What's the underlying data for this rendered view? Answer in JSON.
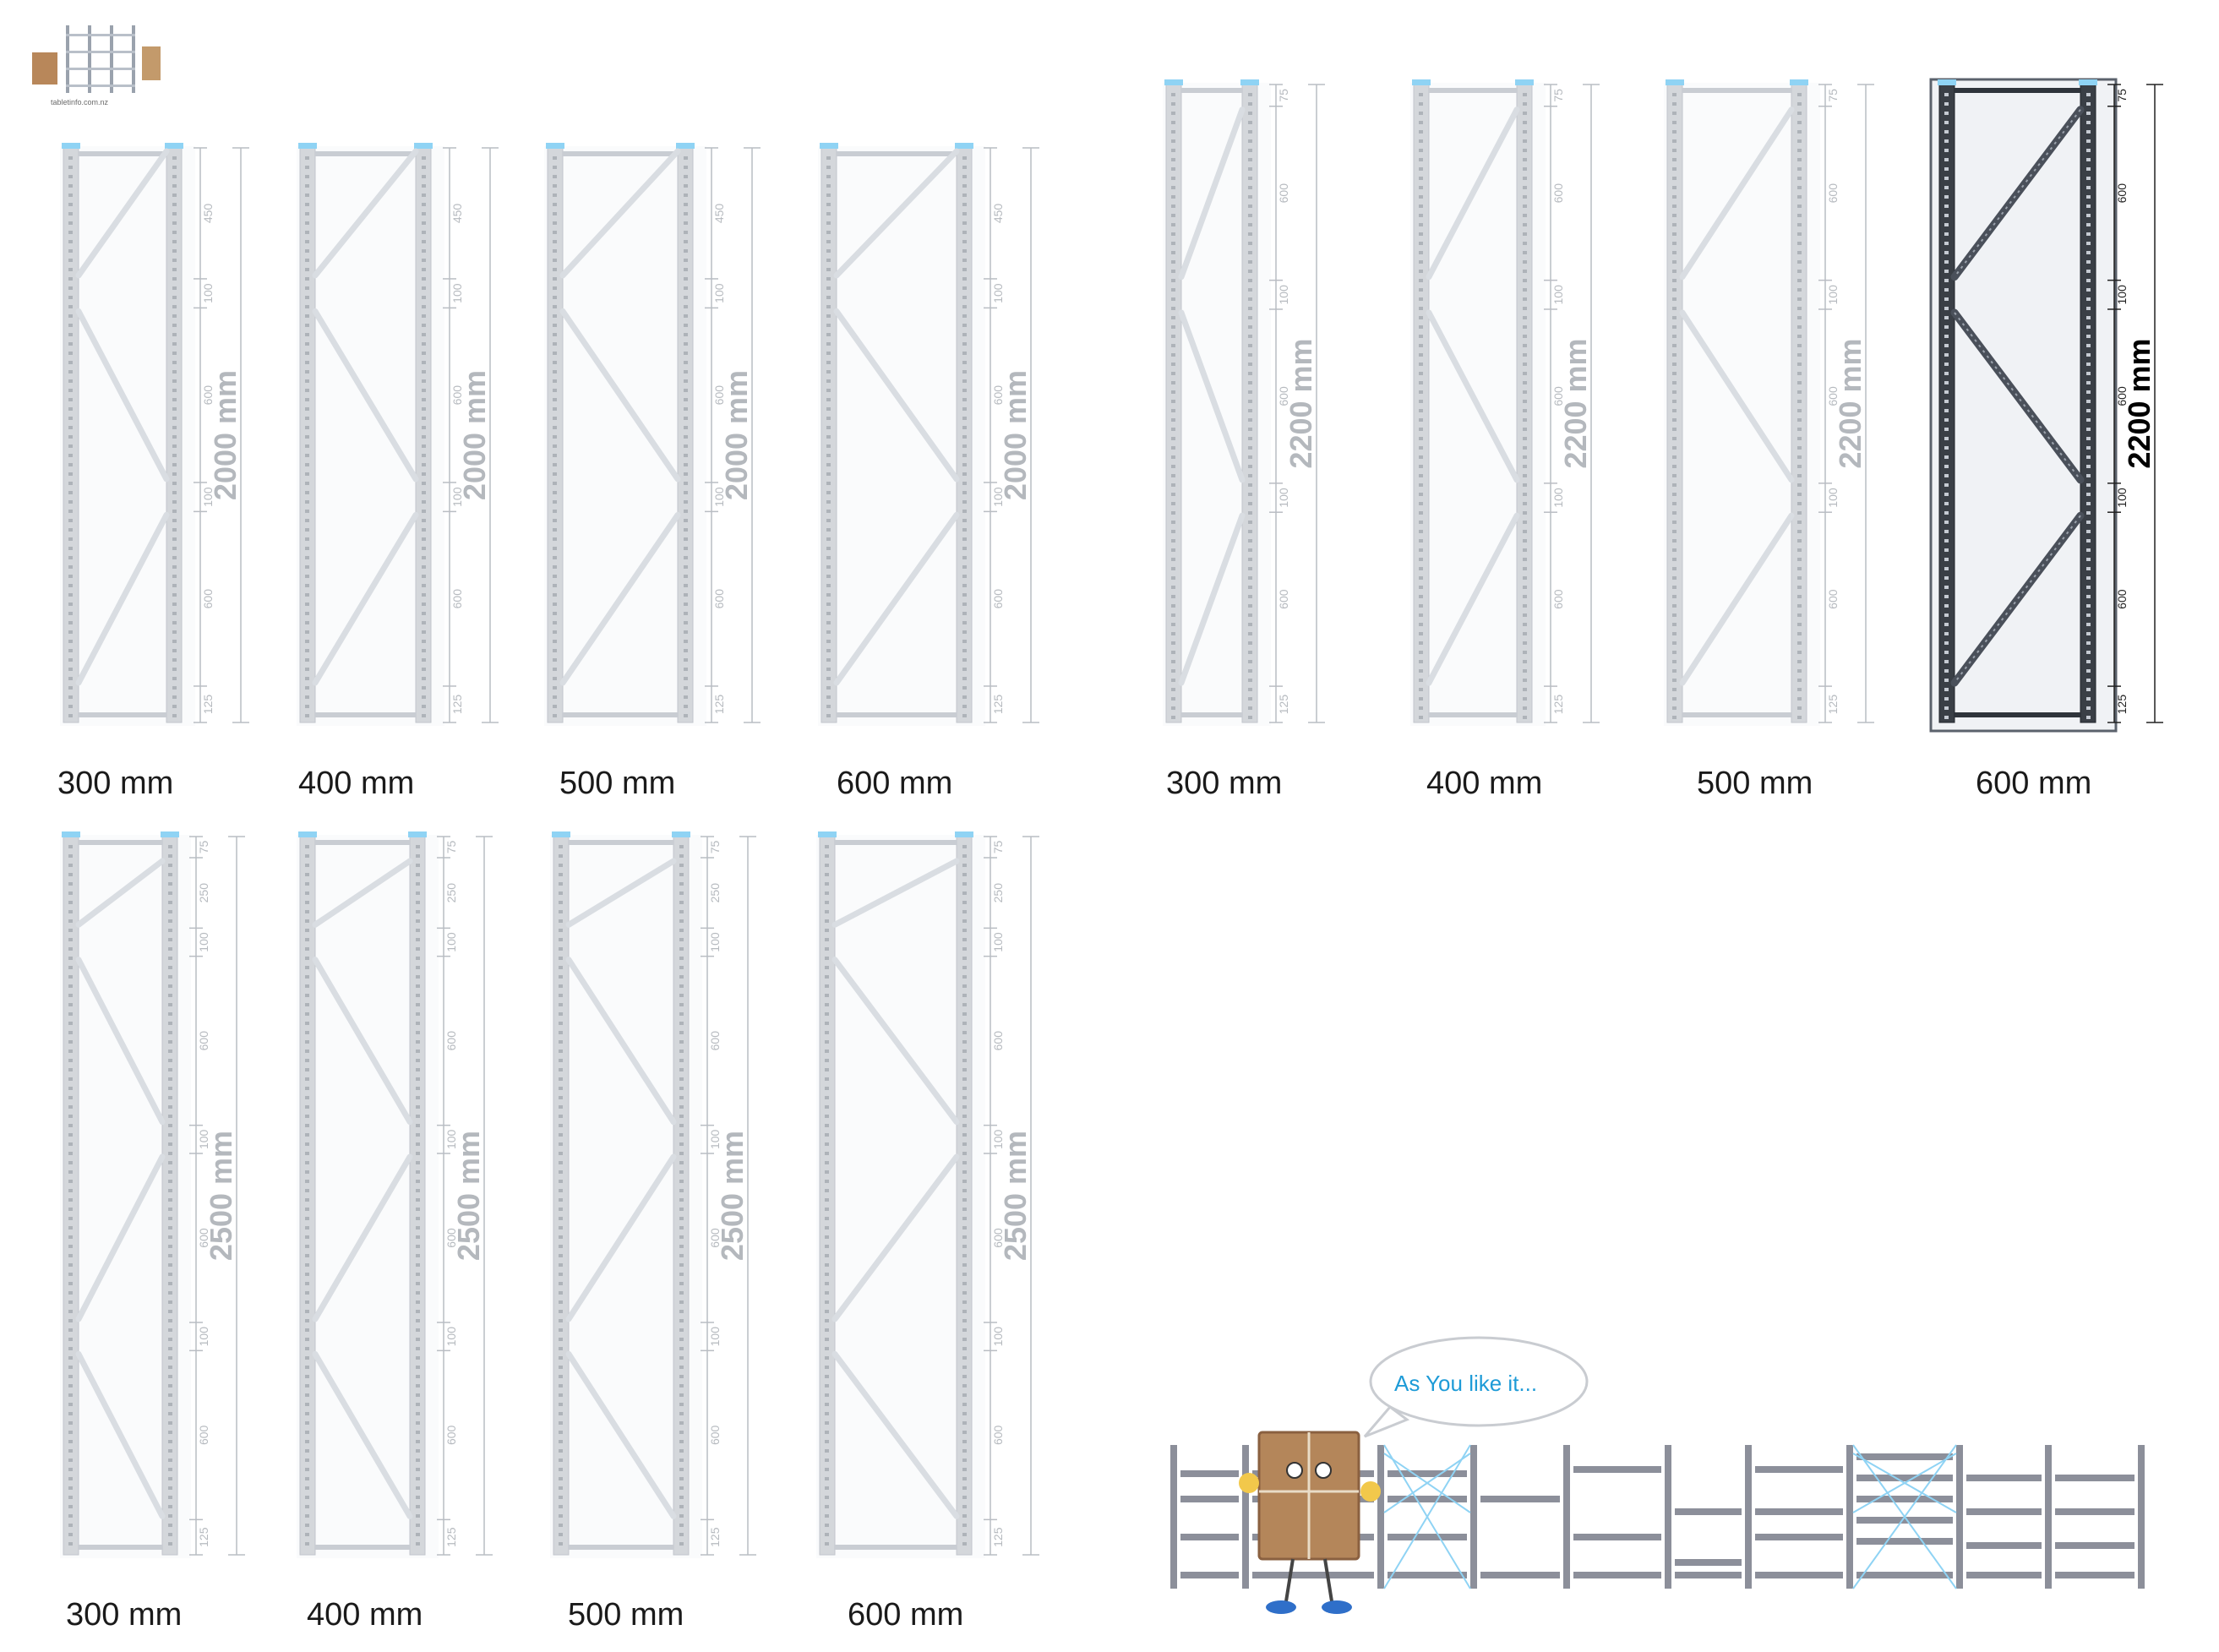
{
  "logo": {
    "text": "tabletinfo.com.nz"
  },
  "groups": [
    {
      "height_label": "2000 mm",
      "segments": [
        "450",
        "100",
        "600",
        "100",
        "600",
        "125"
      ],
      "frames": [
        {
          "caption": "300 mm",
          "dark": false
        },
        {
          "caption": "400 mm",
          "dark": false
        },
        {
          "caption": "500 mm",
          "dark": false
        },
        {
          "caption": "600 mm",
          "dark": false
        }
      ]
    },
    {
      "height_label": "2200 mm",
      "segments": [
        "75",
        "600",
        "100",
        "600",
        "100",
        "600",
        "125"
      ],
      "frames": [
        {
          "caption": "300 mm",
          "dark": false
        },
        {
          "caption": "400 mm",
          "dark": false
        },
        {
          "caption": "500 mm",
          "dark": false
        },
        {
          "caption": "600 mm",
          "dark": true
        }
      ]
    },
    {
      "height_label": "2500 mm",
      "segments": [
        "75",
        "250",
        "100",
        "600",
        "100",
        "600",
        "100",
        "600",
        "125"
      ],
      "frames": [
        {
          "caption": "300 mm",
          "dark": false
        },
        {
          "caption": "400 mm",
          "dark": false
        },
        {
          "caption": "500 mm",
          "dark": false
        },
        {
          "caption": "600 mm",
          "dark": false
        }
      ]
    }
  ],
  "mascot": {
    "speech": "As You like it..."
  },
  "colors": {
    "frame_light": "#d4d7db",
    "frame_dark": "#3a3f46",
    "accent": "#8fd3f4",
    "speech_text": "#1e9bd7",
    "shelf": "#8c8f9a"
  }
}
